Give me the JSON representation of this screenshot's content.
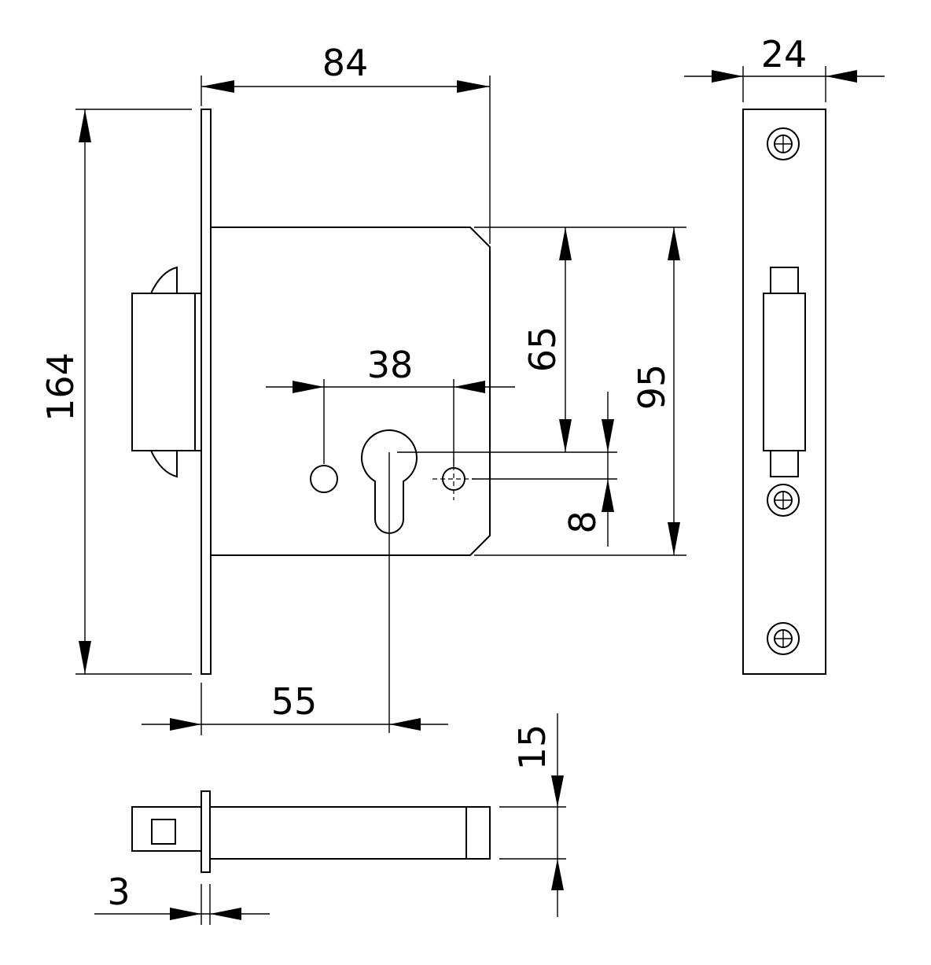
{
  "dimensions": {
    "backset_body_width": "84",
    "faceplate_height": "164",
    "faceplate_width": "24",
    "center_distance": "38",
    "spindle_to_keyhole": "65",
    "case_height": "95",
    "offset_small": "8",
    "backset": "55",
    "bolt_height": "15",
    "plate_thickness": "3"
  },
  "colors": {
    "line": "#000000",
    "background": "#ffffff"
  }
}
